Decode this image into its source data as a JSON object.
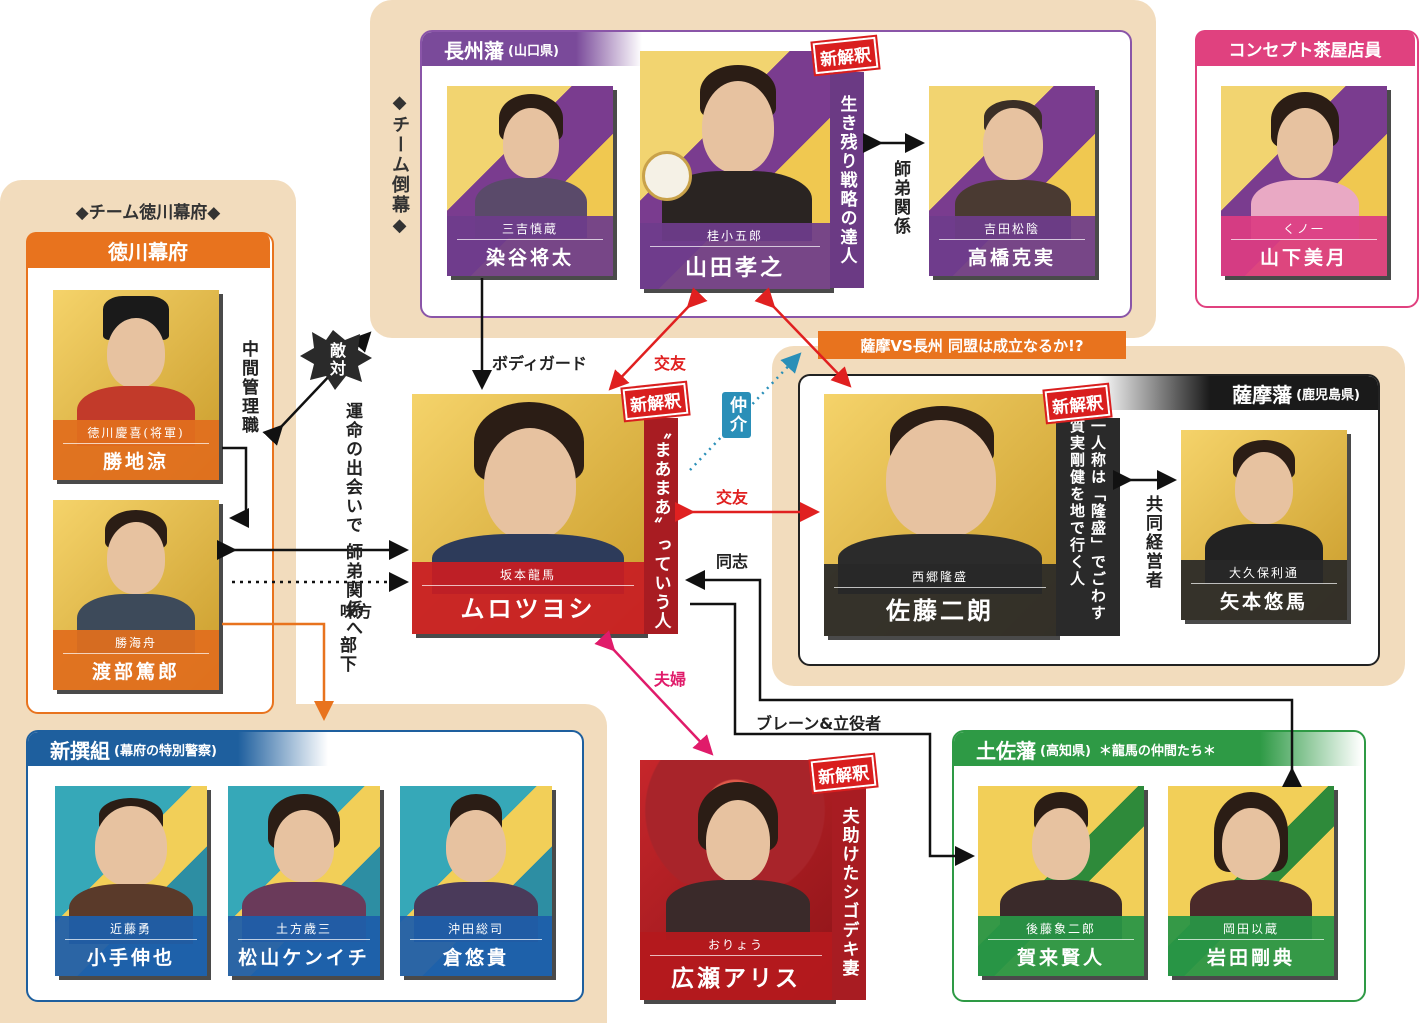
{
  "groups": {
    "team_tobaku": "◆チーム倒幕◆",
    "team_tokugawa": "◆チーム徳川幕府◆"
  },
  "sections": {
    "choshu": {
      "name": "長州藩",
      "sub": "(山口県)"
    },
    "tokugawa": {
      "name": "徳川幕府"
    },
    "satsuma": {
      "name": "薩摩藩",
      "sub": "(鹿児島県)"
    },
    "shinsengumi": {
      "name": "新撰組",
      "sub": "(幕府の特別警察)"
    },
    "tosa": {
      "name": "土佐藩",
      "sub": "(高知県)",
      "note": "＊龍馬の仲間たち＊"
    },
    "concept": {
      "name": "コンセプト茶屋店員"
    }
  },
  "characters": {
    "miyoshi": {
      "role": "三吉慎蔵",
      "actor": "染谷将太"
    },
    "katsura": {
      "role": "桂小五郎",
      "actor": "山田孝之",
      "tagline": "生き残り戦略の達人"
    },
    "yoshida": {
      "role": "吉田松陰",
      "actor": "高橋克実"
    },
    "kunoichi": {
      "role": "くノ一",
      "actor": "山下美月"
    },
    "yoshinobu": {
      "role": "徳川慶喜(将軍)",
      "actor": "勝地涼"
    },
    "kaishu": {
      "role": "勝海舟",
      "actor": "渡部篤郎"
    },
    "ryoma": {
      "role": "坂本龍馬",
      "actor": "ムロツヨシ",
      "tagline": "〝まあまあ〟っていう人"
    },
    "saigo": {
      "role": "西郷隆盛",
      "actor": "佐藤二朗",
      "tagline": "一人称は「隆盛」でごわす 質実剛健を地で行く人"
    },
    "okubo": {
      "role": "大久保利通",
      "actor": "矢本悠馬"
    },
    "kondo": {
      "role": "近藤勇",
      "actor": "小手伸也"
    },
    "hijikata": {
      "role": "土方歳三",
      "actor": "松山ケンイチ"
    },
    "okita": {
      "role": "沖田総司",
      "actor": "倉悠貴"
    },
    "oryo": {
      "role": "おりょう",
      "actor": "広瀬アリス",
      "tagline": "夫助けたシゴデキ妻"
    },
    "goto": {
      "role": "後藤象二郎",
      "actor": "賀来賢人"
    },
    "izo": {
      "role": "岡田以蔵",
      "actor": "岩田剛典"
    }
  },
  "stamp": "新解釈",
  "relations": {
    "shitei1": "師弟関係",
    "kyodo": "共同経営者",
    "chukan": "中間管理職",
    "tekitai": "敵対",
    "unmei": "運命の出会いで 師弟関係へ",
    "mikata": "味方",
    "buka": "部下",
    "bodyguard": "ボディガード",
    "koyu1": "交友",
    "koyu2": "交友",
    "chukai": "仲介",
    "doshi": "同志",
    "fufu": "夫婦",
    "brain": "ブレーン&立役者",
    "banner": "薩摩VS長州 同盟は成立なるか!?"
  },
  "colors": {
    "choshu": "#7a4a9a",
    "tokugawa": "#e8731e",
    "satsuma": "#1a1a1a",
    "shinsengumi": "#1e5f9e",
    "tosa": "#2e9a45",
    "concept": "#e0417f",
    "accent_red": "#d91e1e"
  }
}
